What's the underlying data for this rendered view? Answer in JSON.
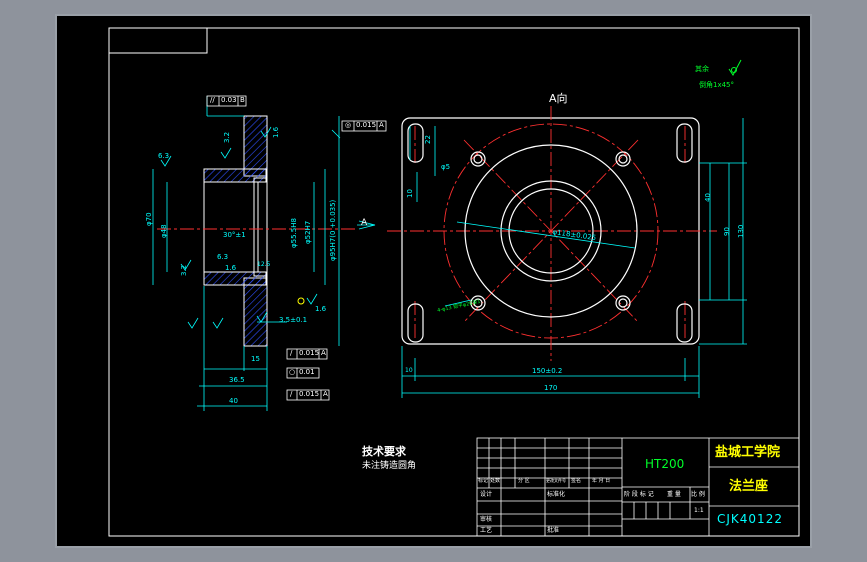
{
  "labels": {
    "view_a": "A向",
    "arrow_a": "A",
    "rough_note": "其余",
    "chamfer_note": "倒角1x45°",
    "tech_title": "技术要求",
    "tech_note": "未注铸造圆角",
    "material": "HT200",
    "school": "盐城工学院",
    "part_name": "法兰座",
    "drawing_no": "CJK40122",
    "scale": "1:1"
  },
  "title_block": {
    "row_labels": [
      "标记",
      "处数",
      "分 区",
      "更改文件号",
      "签名",
      "年 月 日"
    ],
    "design": "设计",
    "standardize": "标准化",
    "review": "审核",
    "process": "工艺",
    "approve": "批准",
    "stage_labels": [
      "阶 段 标 记",
      "重 量",
      "比 例"
    ]
  },
  "dims": {
    "d70": "φ70",
    "d48": "φ48",
    "d55": "φ55.5H8",
    "d52": "φ52H7",
    "d95": "φ95H7(0 +0.035)",
    "a30": "30°±1",
    "r63a": "6.3",
    "r63b": "6.3",
    "r32a": "3.2",
    "r32b": "3.2",
    "r16a": "1.6",
    "r16b": "1.6",
    "r16c": "1.6",
    "r125": "12.5",
    "l35": "3.5±0.1",
    "l15": "15",
    "l365": "36.5",
    "l40": "40",
    "l22": "22",
    "l10": "10",
    "phi5": "φ5",
    "b40": "40",
    "b90": "90",
    "b130": "130",
    "h10": "10",
    "h150": "150±0.2",
    "h170": "170",
    "pcd": "φ118±0.025",
    "hole_note": "4-φ13 锪平φ20深1"
  },
  "tolerances": {
    "t1": [
      "//",
      "0.03",
      "B"
    ],
    "t2": [
      "◎",
      "0.015",
      "A"
    ],
    "t3": [
      "/",
      "0.015",
      "A"
    ],
    "t4": [
      "○",
      "0.01",
      ""
    ],
    "t5": [
      "/",
      "0.015",
      "A"
    ]
  }
}
